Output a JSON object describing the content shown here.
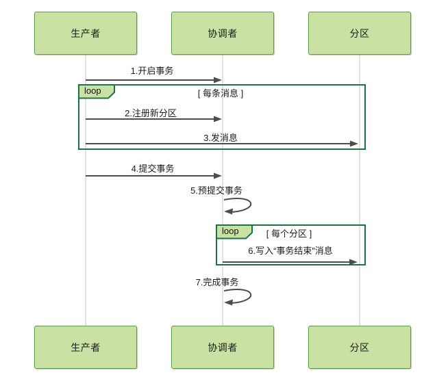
{
  "diagram": {
    "type": "uml-sequence-diagram",
    "participants": [
      {
        "id": "producer",
        "label": "生产者"
      },
      {
        "id": "coordinator",
        "label": "协调者"
      },
      {
        "id": "partition",
        "label": "分区"
      }
    ],
    "messages": [
      {
        "seq": "1",
        "label": "1.开启事务",
        "from": "producer",
        "to": "coordinator",
        "self": false
      },
      {
        "seq": "2",
        "label": "2.注册新分区",
        "from": "producer",
        "to": "coordinator",
        "self": false
      },
      {
        "seq": "3",
        "label": "3.发消息",
        "from": "producer",
        "to": "partition",
        "self": false
      },
      {
        "seq": "4",
        "label": "4.提交事务",
        "from": "producer",
        "to": "coordinator",
        "self": false
      },
      {
        "seq": "5",
        "label": "5.预提交事务",
        "from": "coordinator",
        "to": "coordinator",
        "self": true
      },
      {
        "seq": "6",
        "label": "6.写入“事务结束”消息",
        "from": "coordinator",
        "to": "partition",
        "self": false
      },
      {
        "seq": "7",
        "label": "7.完成事务",
        "from": "coordinator",
        "to": "coordinator",
        "self": true
      }
    ],
    "fragments": [
      {
        "operator": "loop",
        "guard": "[ 每条消息 ]",
        "covers": [
          "messages 2-3"
        ]
      },
      {
        "operator": "loop",
        "guard": "[ 每个分区 ]",
        "covers": [
          "message 6"
        ]
      }
    ],
    "colors": {
      "participant_fill": "#c9e2a3",
      "participant_border": "#5e9a4a",
      "fragment_border": "#1e7145",
      "arrow": "#4d4d4d",
      "lifeline": "#e2e2e2"
    }
  }
}
